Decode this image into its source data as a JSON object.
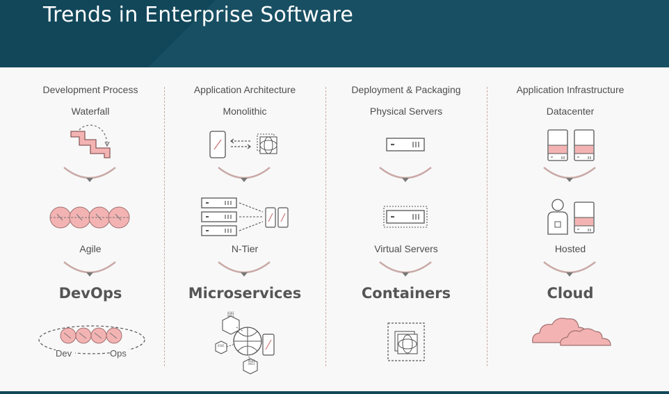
{
  "title": "Trends in Enterprise Software",
  "columns": [
    {
      "heading": "Development Process",
      "top": "Waterfall",
      "mid": "Agile",
      "trend": "DevOps",
      "cycle_left": "Dev",
      "cycle_right": "Ops"
    },
    {
      "heading": "Application Architecture",
      "top": "Monolithic",
      "mid": "N-Tier",
      "trend": "Microservices"
    },
    {
      "heading": "Deployment & Packaging",
      "top": "Physical Servers",
      "mid": "Virtual Servers",
      "trend": "Containers"
    },
    {
      "heading": "Application Infrastructure",
      "top": "Datacenter",
      "mid": "Hosted",
      "trend": "Cloud"
    }
  ],
  "microservice_labels": [
    "0101 0011",
    "0101 0011",
    "0101"
  ],
  "colors": {
    "header": "#12475a",
    "accent": "#f4b3b3",
    "line": "#6b6b6b",
    "arrow": "#c9a9a6"
  }
}
